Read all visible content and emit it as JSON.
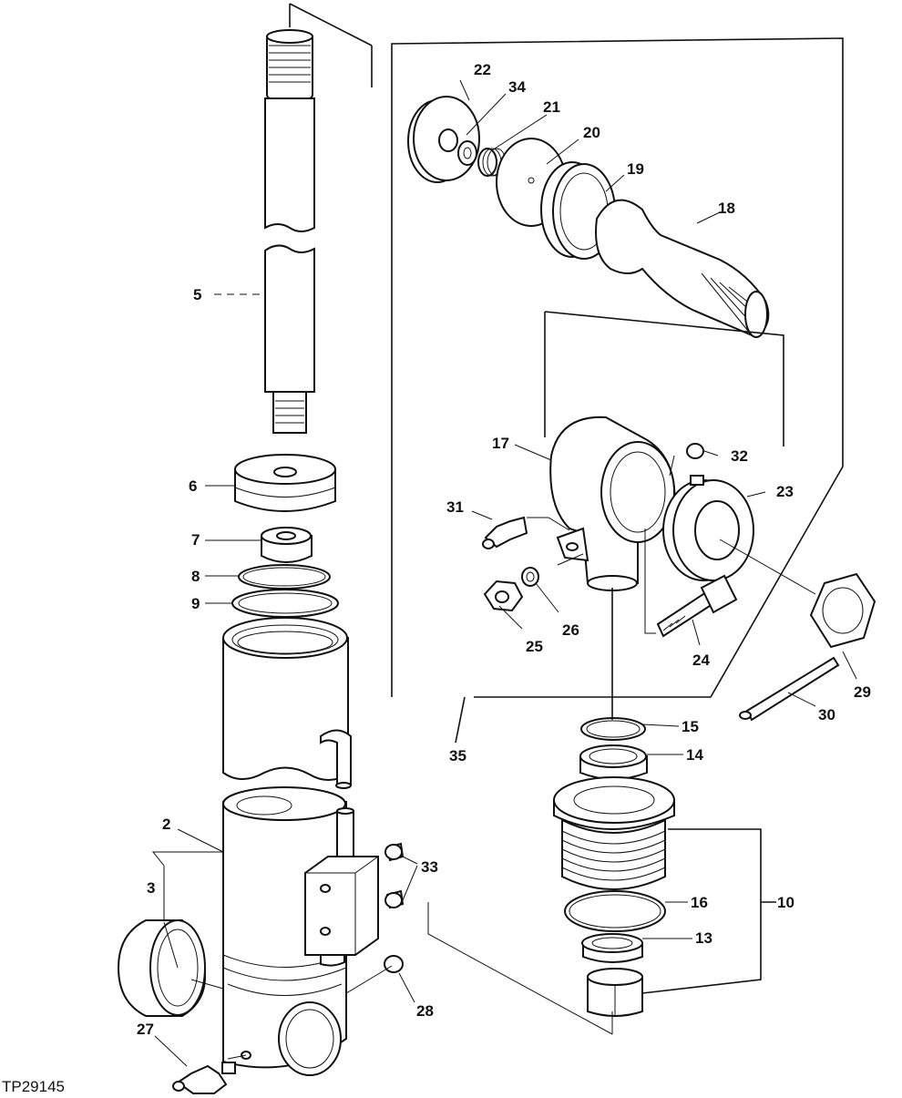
{
  "diagram_ref": "TP29145",
  "callouts": {
    "c2": "2",
    "c3": "3",
    "c5": "5",
    "c6": "6",
    "c7": "7",
    "c8": "8",
    "c9": "9",
    "c10": "10",
    "c13": "13",
    "c14": "14",
    "c15": "15",
    "c16": "16",
    "c17": "17",
    "c18": "18",
    "c19": "19",
    "c20": "20",
    "c21": "21",
    "c22": "22",
    "c23": "23",
    "c24": "24",
    "c25": "25",
    "c26": "26",
    "c27": "27",
    "c28": "28",
    "c29": "29",
    "c30": "30",
    "c31": "31",
    "c32": "32",
    "c33": "33",
    "c34": "34",
    "c35": "35"
  }
}
